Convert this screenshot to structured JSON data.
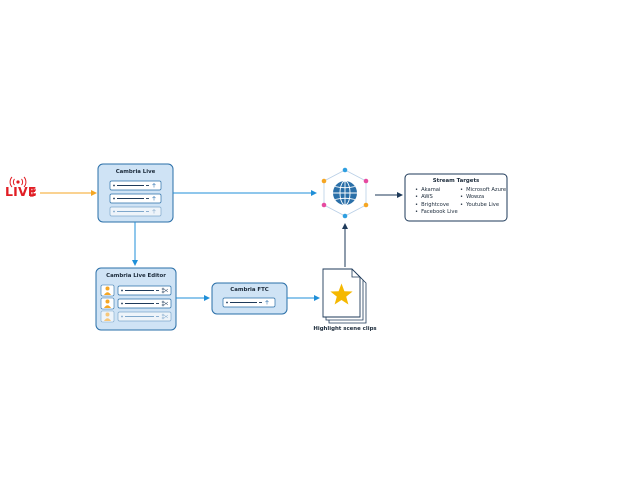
{
  "live_badge": {
    "text": "LIVE",
    "color": "#e11d24"
  },
  "cambria_live": {
    "title": "Cambria Live"
  },
  "cambria_live_editor": {
    "title": "Cambria Live Editor"
  },
  "cambria_ftc": {
    "title": "Cambria FTC"
  },
  "highlight": {
    "label": "Highlight scene clips"
  },
  "stream_targets": {
    "title": "Stream Targets",
    "col1": [
      "Akamai",
      "AWS",
      "Brightcove",
      "Facebook Live"
    ],
    "col2": [
      "Microsoft Azure",
      "Wowza",
      "Youtube Live"
    ]
  },
  "colors": {
    "node_fill": "#cfe3f5",
    "node_border": "#2a6fa8",
    "arrow_blue": "#1f8fd8",
    "arrow_orange": "#f5a623",
    "arrow_dark": "#1e3a5a",
    "globe": "#2a6fa8",
    "star": "#f5b800"
  },
  "icons": [
    "live-broadcast-icon",
    "globe-icon",
    "star-icon",
    "scissors-icon",
    "upload-icon",
    "person-icon"
  ]
}
